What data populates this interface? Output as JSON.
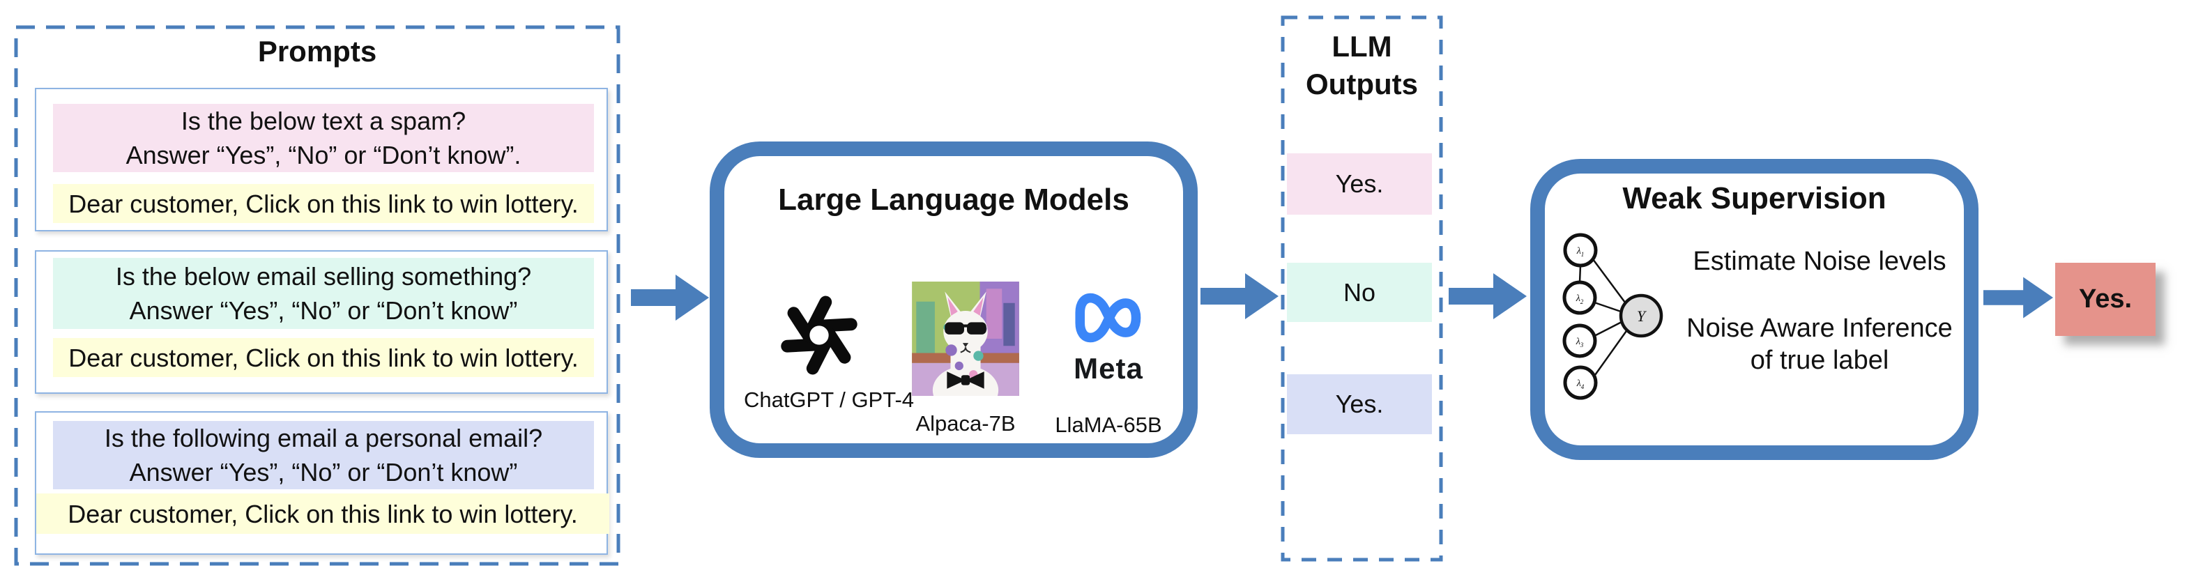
{
  "figure": {
    "prompts_panel": {
      "title": "Prompts",
      "cards": [
        {
          "question_line1": "Is the below text a spam?",
          "question_line2": "Answer “Yes”, “No” or “Don’t know”.",
          "email": "Dear customer, Click on this link to win lottery."
        },
        {
          "question_line1": "Is the below email selling something?",
          "question_line2": "Answer “Yes”, “No” or “Don’t know”",
          "email": "Dear customer, Click on this link to win lottery."
        },
        {
          "question_line1": "Is the following email a personal email?",
          "question_line2": "Answer “Yes”, “No” or “Don’t know”",
          "email": "Dear customer, Click on this link to win lottery."
        }
      ]
    },
    "llm_box": {
      "title": "Large Language Models",
      "models": [
        {
          "icon": "openai-logo",
          "label": "ChatGPT / GPT-4"
        },
        {
          "icon": "alpaca-image",
          "label": "Alpaca-7B"
        },
        {
          "icon": "meta-logo",
          "wordmark": "Meta",
          "label": "LlaMA-65B"
        }
      ]
    },
    "outputs_panel": {
      "title_line1": "LLM",
      "title_line2": "Outputs",
      "items": [
        {
          "label": "Yes.",
          "color": "#F8E3F0"
        },
        {
          "label": "No",
          "color": "#DFF8F0"
        },
        {
          "label": "Yes.",
          "color": "#D9DFF6"
        }
      ]
    },
    "weak_supervision_box": {
      "title": "Weak Supervision",
      "bullet1": "Estimate Noise levels",
      "bullet2_line1": "Noise Aware Inference",
      "bullet2_line2": "of true label",
      "graph": {
        "nodes": [
          {
            "base": "λ",
            "sub": "1"
          },
          {
            "base": "λ",
            "sub": "2"
          },
          {
            "base": "λ",
            "sub": "3"
          },
          {
            "base": "λ",
            "sub": "4"
          }
        ],
        "center_label": "Y"
      }
    },
    "final_output": {
      "label": "Yes."
    },
    "colors": {
      "accent_blue": "#4A7EBB",
      "card_border": "#8EB4E3",
      "pink": "#F8E3F0",
      "mint": "#DFF8F0",
      "lavender": "#D9DFF6",
      "yellow": "#FEFEDA",
      "salmon": "#E5938B",
      "meta_blue": "#3B86F8",
      "node_gray": "#DEDEDE"
    }
  }
}
